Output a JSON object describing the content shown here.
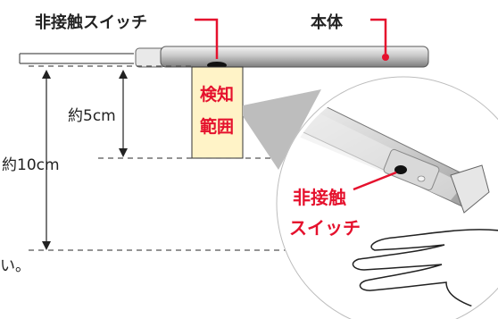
{
  "labels": {
    "switch_top": "非接触スイッチ",
    "body": "本体",
    "detect_line1": "検知",
    "detect_line2": "範囲",
    "dist_5cm": "約5cm",
    "dist_10cm": "約10cm",
    "zoom_switch_line1": "非接触",
    "zoom_switch_line2": "スイッチ",
    "truncated_text": "い。"
  },
  "colors": {
    "accent_red": "#e5112d",
    "detect_zone": "#fff3c7",
    "line_dark": "#333333"
  }
}
